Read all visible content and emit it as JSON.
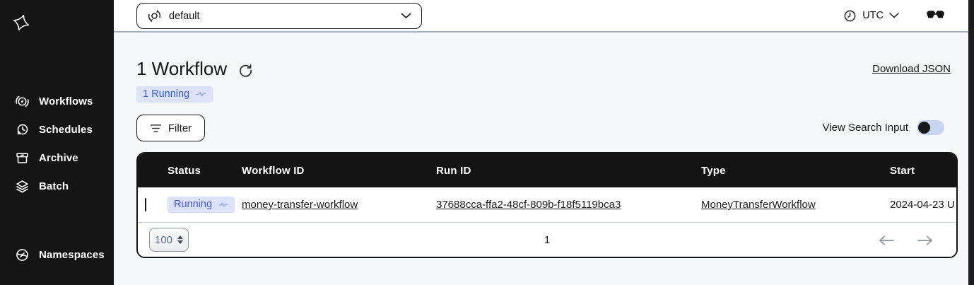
{
  "sidebar": {
    "items": [
      {
        "label": "Workflows",
        "icon": "workflows-icon"
      },
      {
        "label": "Schedules",
        "icon": "schedules-icon"
      },
      {
        "label": "Archive",
        "icon": "archive-icon"
      },
      {
        "label": "Batch",
        "icon": "batch-icon"
      }
    ],
    "bottom_items": [
      {
        "label": "Namespaces",
        "icon": "namespaces-icon"
      }
    ]
  },
  "topbar": {
    "namespace_select": {
      "value": "default",
      "icon": "namespace-icon"
    },
    "timezone": {
      "label": "UTC",
      "icon": "clock-icon"
    },
    "labs_icon": "glasses-icon"
  },
  "main": {
    "heading": "1 Workflow",
    "running_count_badge": "1 Running",
    "download_link": "Download JSON",
    "filter_button": "Filter",
    "view_search_label": "View Search Input",
    "view_search_toggle_state": "off"
  },
  "table": {
    "columns": [
      "Status",
      "Workflow ID",
      "Run ID",
      "Type",
      "Start"
    ],
    "rows": [
      {
        "status": "Running",
        "workflow_id": "money-transfer-workflow",
        "run_id": "37688cca-ffa2-48cf-809b-f18f5119bca3",
        "type": "MoneyTransferWorkflow",
        "start": "2024-04-23 U"
      }
    ],
    "pagination": {
      "page_size": "100",
      "current_page": "1"
    }
  },
  "colors": {
    "sidebar_bg": "#151515",
    "header_bg": "#141414",
    "badge_bg": "#dbe2f9",
    "badge_text": "#3e5cdf",
    "toggle_track": "#c9d4f0",
    "topbar_border": "#a9b1c4",
    "page_bg": "#f6f7f9"
  }
}
